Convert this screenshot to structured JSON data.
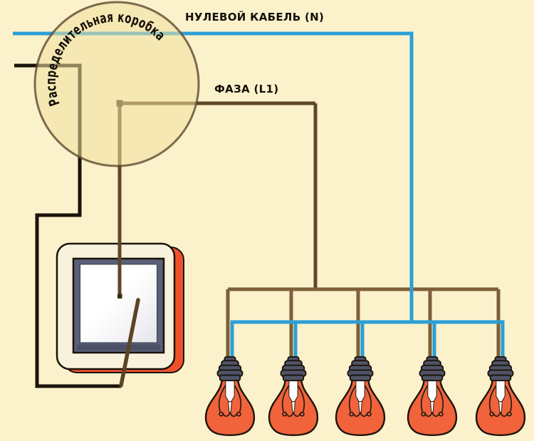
{
  "diagram": {
    "type": "household-lighting-wiring-diagram",
    "labels": {
      "distribution_box": "Распределительная коробка",
      "neutral_cable": "НУЛЕВОЙ КАБЕЛЬ (N)",
      "phase": "ФАЗА (L1)"
    },
    "bulb_count": 5,
    "colors": {
      "background": "#FBF2CC",
      "wire_blue": "#2B9FD6",
      "wire_black": "#1B130B",
      "wire_brown_dark": "#5F4727",
      "wire_brown_bus": "#7D5F38",
      "lever_brown": "#5C4524",
      "box_fill": "rgba(242,224,158,0.55)",
      "box_stroke": "rgba(95,72,46,0.8)",
      "text_dark": "#15100A",
      "switch_cream": "#F8F1DC",
      "switch_orange": "#F1512A",
      "switch_frame": "#5A6078",
      "switch_frame_shade": "#4A5066",
      "bulb_orange": "#F1633B",
      "bulb_socket": "#4F5366",
      "outline_dark": "#1B130B"
    }
  }
}
